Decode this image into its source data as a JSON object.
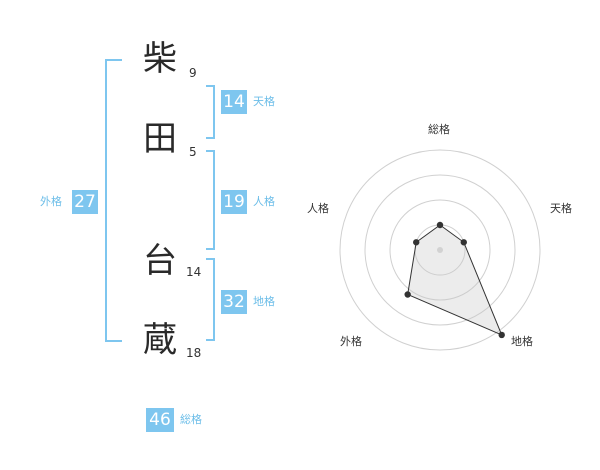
{
  "name": {
    "chars": [
      {
        "char": "柴",
        "strokes": "9"
      },
      {
        "char": "田",
        "strokes": "5"
      },
      {
        "char": "台",
        "strokes": "14"
      },
      {
        "char": "蔵",
        "strokes": "18"
      }
    ]
  },
  "kaku": {
    "tenkaku": {
      "value": "14",
      "label": "天格"
    },
    "jinkaku": {
      "value": "19",
      "label": "人格"
    },
    "chikaku": {
      "value": "32",
      "label": "地格"
    },
    "gaikaku": {
      "value": "27",
      "label": "外格"
    },
    "soukaku": {
      "value": "46",
      "label": "総格"
    }
  },
  "colors": {
    "accent": "#7ec6ef",
    "accent_text": "#6bbde8",
    "kanji": "#2a2a2a"
  },
  "chart_data": {
    "type": "radar",
    "axes": [
      "総格",
      "天格",
      "地格",
      "外格",
      "人格"
    ],
    "rings": 4,
    "values": [
      0.25,
      0.25,
      1.05,
      0.55,
      0.25
    ],
    "max": 1.0
  }
}
